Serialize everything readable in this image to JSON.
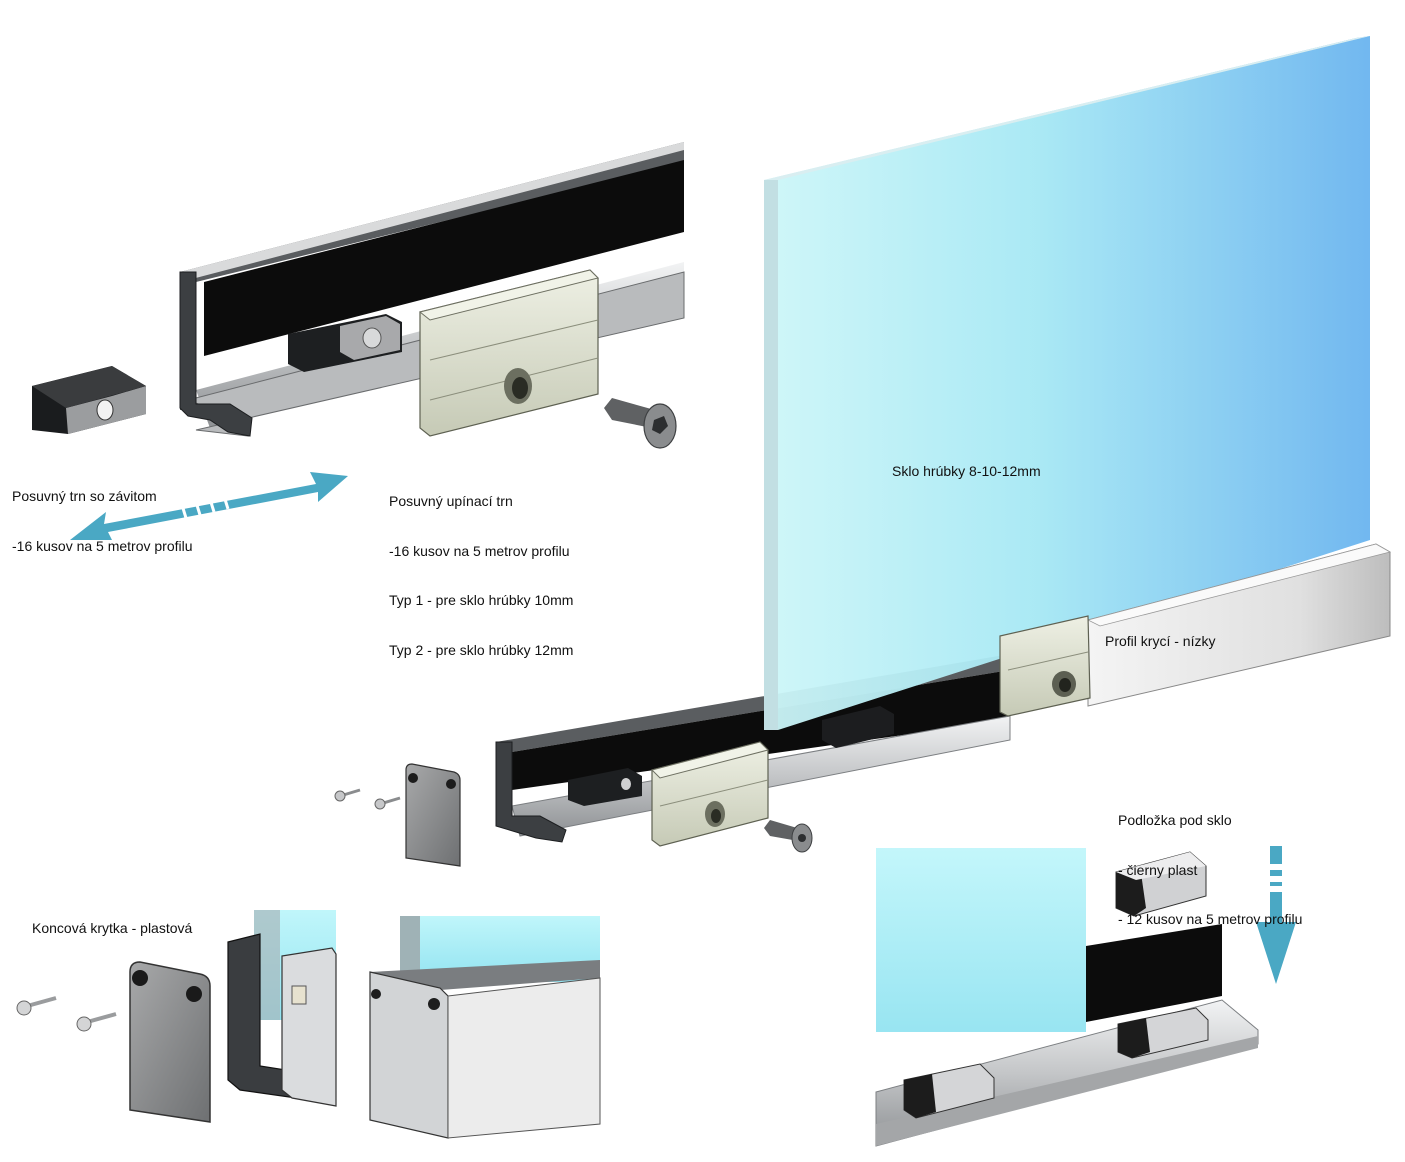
{
  "labels": {
    "threaded_slide": [
      "Posuvný trn so závitom",
      "-16 kusov na 5 metrov profilu"
    ],
    "clamp_slide": [
      "Posuvný upínací trn",
      "-16 kusov na 5 metrov profilu",
      "Typ 1 - pre sklo hrúbky 10mm",
      "Typ 2 - pre sklo hrúbky 12mm"
    ],
    "glass": "Sklo hrúbky 8-10-12mm",
    "cover_profile": "Profil krycí - nízky",
    "glass_pad": [
      "Podložka pod sklo",
      "- čierny plast",
      "- 12 kusov na 5 metrov profilu"
    ],
    "end_cap": "Koncová krytka - plastová"
  },
  "colors": {
    "arrow": "#4aa8c4",
    "glass_light": "#b8f2f6",
    "glass_dark": "#64b0ee",
    "aluminium": "#c9cbcd",
    "rubber": "#0c0c0c",
    "clamp": "#d8dccb"
  }
}
